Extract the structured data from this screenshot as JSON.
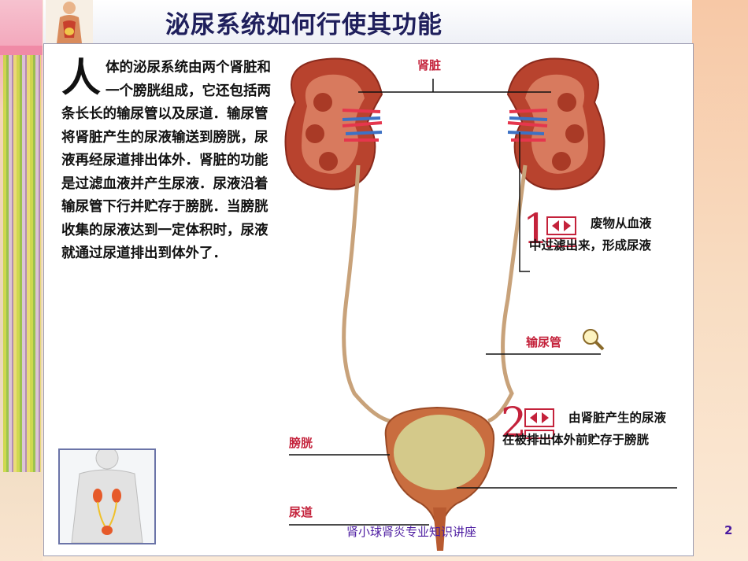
{
  "slide": {
    "title": "泌尿系统如何行使其功能",
    "body_first_char": "人",
    "body_rest": "体的泌尿系统由两个肾脏和一个膀胱组成，它还包括两条长长的输尿管以及尿道．输尿管将肾脏产生的尿液输送到膀胱，尿液再经尿道排出体外．肾脏的功能是过滤血液并产生尿液．尿液沿着输尿管下行并贮存于膀胱．当膀胱收集的尿液达到一定体积时，尿液就通过尿道排出到体外了．",
    "footer": "肾小球肾炎专业知识讲座",
    "page_number": "2"
  },
  "diagram": {
    "label_kidney": "肾脏",
    "label_ureter": "输尿管",
    "label_bladder": "膀胱",
    "label_urethra": "尿道",
    "step1_number": "1",
    "step1_text": "废物从血液中过滤出来，形成尿液",
    "step2_number": "2",
    "step2_text": "由肾脏产生的尿液在被排出体外前贮存于膀胱"
  },
  "colors": {
    "title": "#1f1f5c",
    "label_red": "#c4223b",
    "footer": "#4b1aa0",
    "kidney": "#b8432e",
    "bladder": "#d4c98a"
  },
  "icons": [
    "play-controls-icon",
    "magnifier-icon",
    "human-figure-icon",
    "body-outline-icon"
  ]
}
